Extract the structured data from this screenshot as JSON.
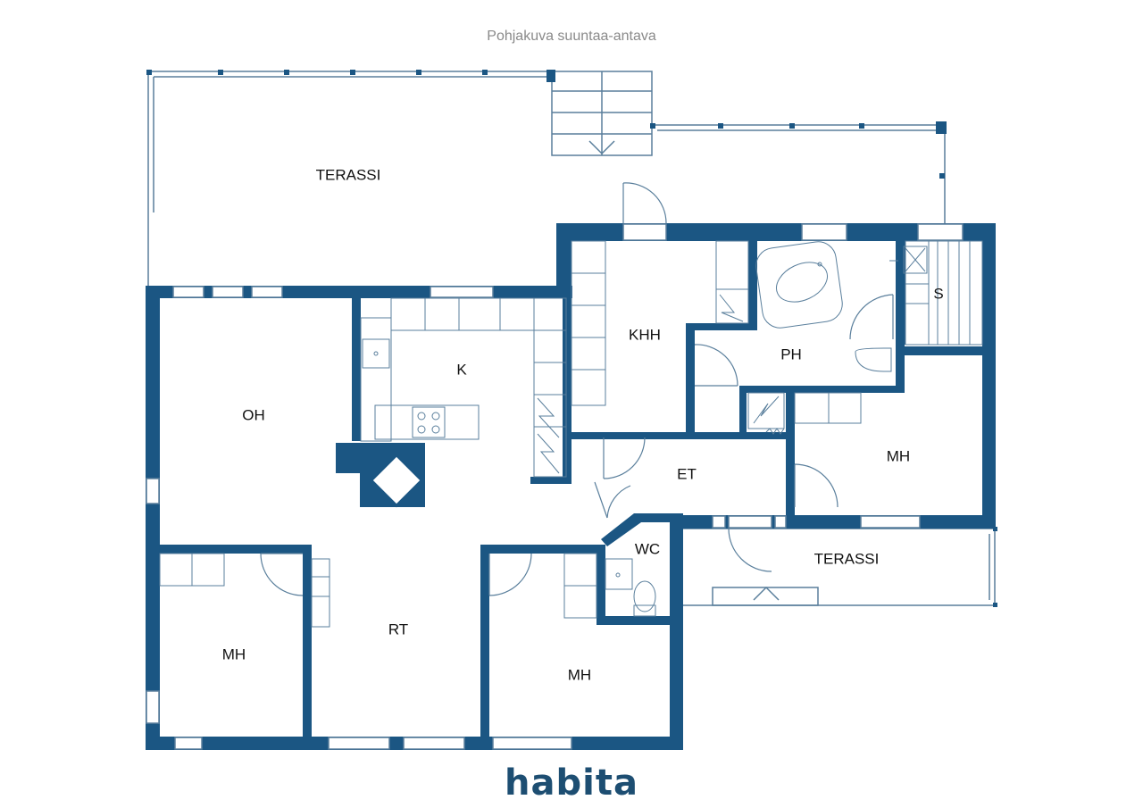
{
  "caption": "Pohjakuva suuntaa-antava",
  "brand": "habita",
  "colors": {
    "wall": "#1b5683",
    "thin_line": "#5a7f9c",
    "text": "#111111",
    "caption": "#8a8a8a",
    "brand": "#1d4e72"
  },
  "rooms": {
    "terassi_top": "TERASSI",
    "oh": "OH",
    "k": "K",
    "khh": "KHH",
    "ph": "PH",
    "s": "S",
    "et": "ET",
    "mh_right": "MH",
    "wc": "WC",
    "terassi_bottom": "TERASSI",
    "mh_left": "MH",
    "rt": "RT",
    "mh_middle": "MH"
  }
}
